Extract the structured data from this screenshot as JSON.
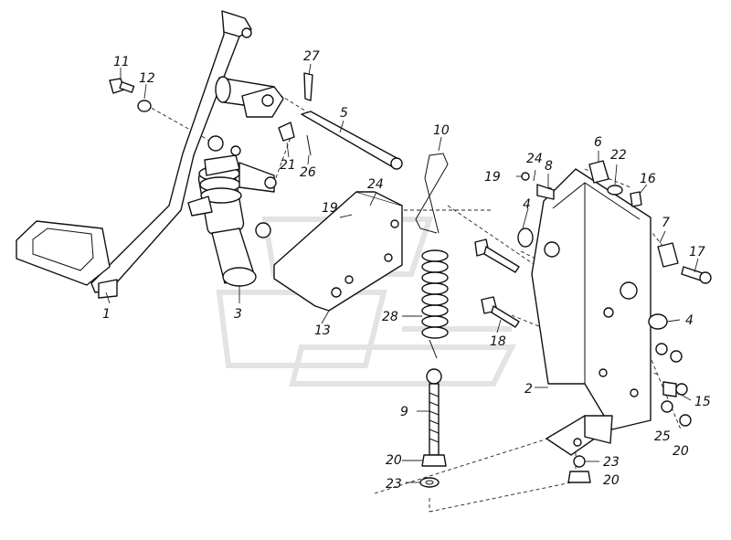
{
  "callouts": [
    {
      "id": "1"
    },
    {
      "id": "2"
    },
    {
      "id": "3"
    },
    {
      "id": "4"
    },
    {
      "id": "4"
    },
    {
      "id": "5"
    },
    {
      "id": "6"
    },
    {
      "id": "7"
    },
    {
      "id": "8"
    },
    {
      "id": "9"
    },
    {
      "id": "10"
    },
    {
      "id": "11"
    },
    {
      "id": "12"
    },
    {
      "id": "13"
    },
    {
      "id": "15"
    },
    {
      "id": "16"
    },
    {
      "id": "17"
    },
    {
      "id": "18"
    },
    {
      "id": "19"
    },
    {
      "id": "19"
    },
    {
      "id": "20"
    },
    {
      "id": "20"
    },
    {
      "id": "20"
    },
    {
      "id": "21"
    },
    {
      "id": "22"
    },
    {
      "id": "23"
    },
    {
      "id": "23"
    },
    {
      "id": "24"
    },
    {
      "id": "24"
    },
    {
      "id": "25"
    },
    {
      "id": "26"
    },
    {
      "id": "27"
    },
    {
      "id": "28"
    }
  ]
}
